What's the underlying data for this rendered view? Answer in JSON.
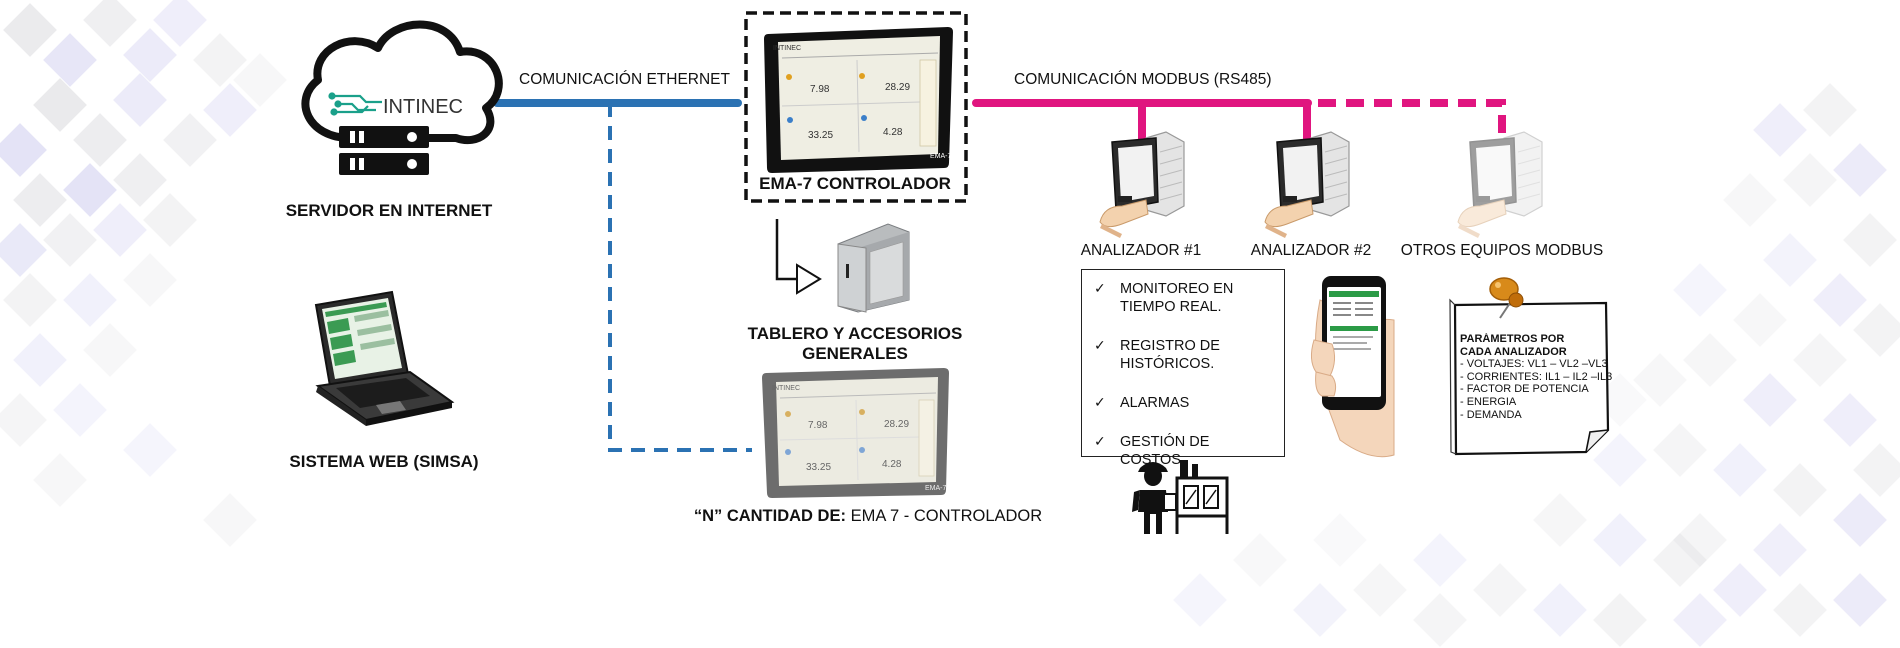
{
  "colors": {
    "ethernet": "#2b72b3",
    "modbus": "#e0157f",
    "bg_tile_lavender": "#c9c7ee",
    "bg_tile_gray": "#d8d8dc"
  },
  "icons": {
    "server": "cloud-server-icon",
    "laptop": "laptop-icon",
    "controller": "ema7-controller-icon",
    "cabinet": "electrical-cabinet-icon",
    "analyzer": "power-analyzer-icon",
    "phone": "smartphone-icon",
    "pushpin": "pushpin-icon",
    "worker": "worker-icon"
  },
  "logo_text": "INTINEC",
  "links": {
    "ethernet_label": "COMUNICACIÓN ETHERNET",
    "modbus_label": "COMUNICACIÓN MODBUS (RS485)"
  },
  "nodes": {
    "server": "SERVIDOR EN INTERNET",
    "web": "SISTEMA WEB (SIMSA)",
    "controller": "EMA-7 CONTROLADOR",
    "cabinet_line1": "TABLERO Y ACCESORIOS",
    "cabinet_line2": "GENERALES",
    "n_controllers_bold": "“N” CANTIDAD DE:",
    "n_controllers_rest": " EMA 7 - CONTROLADOR",
    "analyzer1": "ANALIZADOR #1",
    "analyzer2": "ANALIZADOR #2",
    "others": "OTROS EQUIPOS MODBUS"
  },
  "features": [
    "MONITOREO EN\nTIEMPO REAL.",
    "REGISTRO DE\nHISTÓRICOS.",
    "ALARMAS",
    "GESTIÓN  DE COSTOS."
  ],
  "params_note": {
    "title": "PARÁMETROS POR CADA ANALIZADOR",
    "items": [
      "- VOLTAJES: VL1 – VL2 –VL3",
      "- CORRIENTES: IL1 – IL2 –IL3",
      "- FACTOR DE POTENCIA",
      "- ENERGIA",
      "- DEMANDA"
    ]
  }
}
